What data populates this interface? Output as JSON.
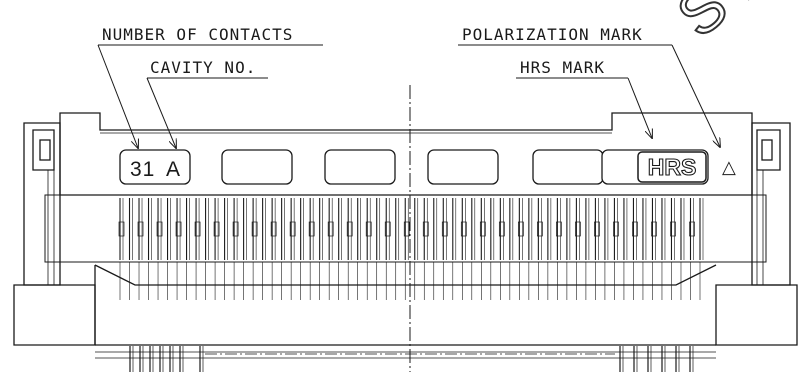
{
  "labels": {
    "number_of_contacts": "NUMBER OF CONTACTS",
    "cavity_no": "CAVITY NO.",
    "polarization_mark": "POLARIZATION MARK",
    "hrs_mark": "HRS MARK"
  },
  "markings": {
    "contact_count": "31",
    "cavity": "A",
    "brand": "HRS",
    "polarization_symbol": "△"
  },
  "watermark": "S D"
}
